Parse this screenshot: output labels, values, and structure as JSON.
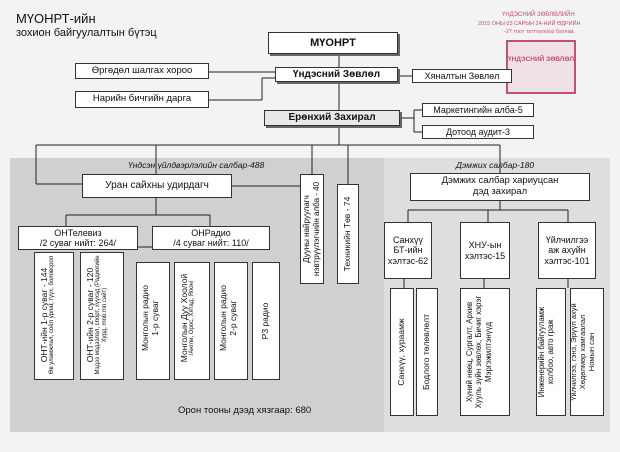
{
  "header": {
    "title": "МҮОНРТ-ийн",
    "subtitle": "зохион байгуулалтын бүтэц"
  },
  "stamp": {
    "line1": "ҮНДЭСНИЙ ЗӨВЛӨЛИЙН",
    "line2": "2015 ОНЫ 03 САРЫН 24-НИЙ ӨДРИЙН",
    "line3": "-27 тоот тогтоолоор батлав.",
    "seal_text": "ҮНДЭСНИЙ ЗӨВЛӨЛ",
    "color": "#c0507a"
  },
  "nodes": {
    "top": "МҮОНРТ",
    "national_council": "Үндэсний Зөвлөл",
    "ethics_committee": "Өргөдөл шалгах хороо",
    "secretary": "Нарийн бичгийн дарга",
    "supervisory_council": "Хяналтын Зөвлөл",
    "director_general": "Ерөнхий Захирал",
    "marketing": "Маркетингийн алба-5",
    "internal_audit": "Дотоод аудит-3",
    "core_units_label": "Үндсэн үйлдвэрлэлийн салбар-488",
    "support_units_label": "Дэмжих салбар-180",
    "creative_director": "Уран сайхны удирдагч",
    "support_director_line1": "Дэмжих салбар хариуцсан",
    "support_director_line2": "дэд захирал",
    "tv_title": "ОНТелевиз",
    "tv_sub": "/2 суваг нийт: 264/",
    "radio_title": "ОНРадио",
    "radio_sub": "/4 суваг нийт: 110/",
    "tv_ch1": "ОНТ-ийн 1-р суваг - 144",
    "tv_ch1_note": "Өв уламжлал, соёл урлаг, түүх, боловсрол",
    "tv_ch2": "ОНТ-ийн 2-р суваг - 120",
    "tv_ch2_note": "Мэдээ мэдээлэл, спорт, хүүхэд (Радиогийн Хурд, mnb.mn сайт)",
    "radio1_l1": "Монголын радио",
    "radio1_l2": "1-р суваг",
    "radio2_l1": "Монголын Дуу Хоолой",
    "radio2_note": "/Англи, Орос, Хятад, Япон/",
    "radio3_l1": "Монголын радио",
    "radio3_l2": "2-р суваг",
    "radio4": "Р3 радио",
    "sound_l1": "Дууны найруулагч",
    "sound_l2": "нэвтрүүлэгчийн алба - 40",
    "tech": "Техникийн Төв - 74",
    "finance_l1": "Санхүү",
    "finance_l2": "БТ-ийн",
    "finance_l3": "хэлтэс-62",
    "hr_l1": "ХНУ-ын",
    "hr_l2": "хэлтэс-15",
    "service_l1": "Үйлчилгээ",
    "service_l2": "аж ахуйн",
    "service_l3": "хэлтэс-101",
    "fin_sub1": "Санхүү, хураамж",
    "fin_sub2": "Бодлого төлөвлөлт",
    "hr_sub_l1": "Хүний нөөц, Сургалт, Архив",
    "hr_sub_l2": "Хууль зүйн зөвлөх, Бичиг хэрэг",
    "hr_sub_l3": "Мэргэжилтэнүүд",
    "svc_sub1_l1": "Инженерийн байгууламж",
    "svc_sub1_l2": "холбоо, авто граж",
    "svc_sub2_l1": "Үйлчилгээ, гэнз, Эрүүл ахуй",
    "svc_sub2_l2": "Хөдөлмөр хамгаалал",
    "svc_sub2_l3": "Номын сан",
    "total": "Орон тооны дээд хязгаар: 680"
  },
  "colors": {
    "core_bg": "#cfcfcf",
    "support_bg": "#d9d9d9",
    "stamp": "#c0507a"
  }
}
